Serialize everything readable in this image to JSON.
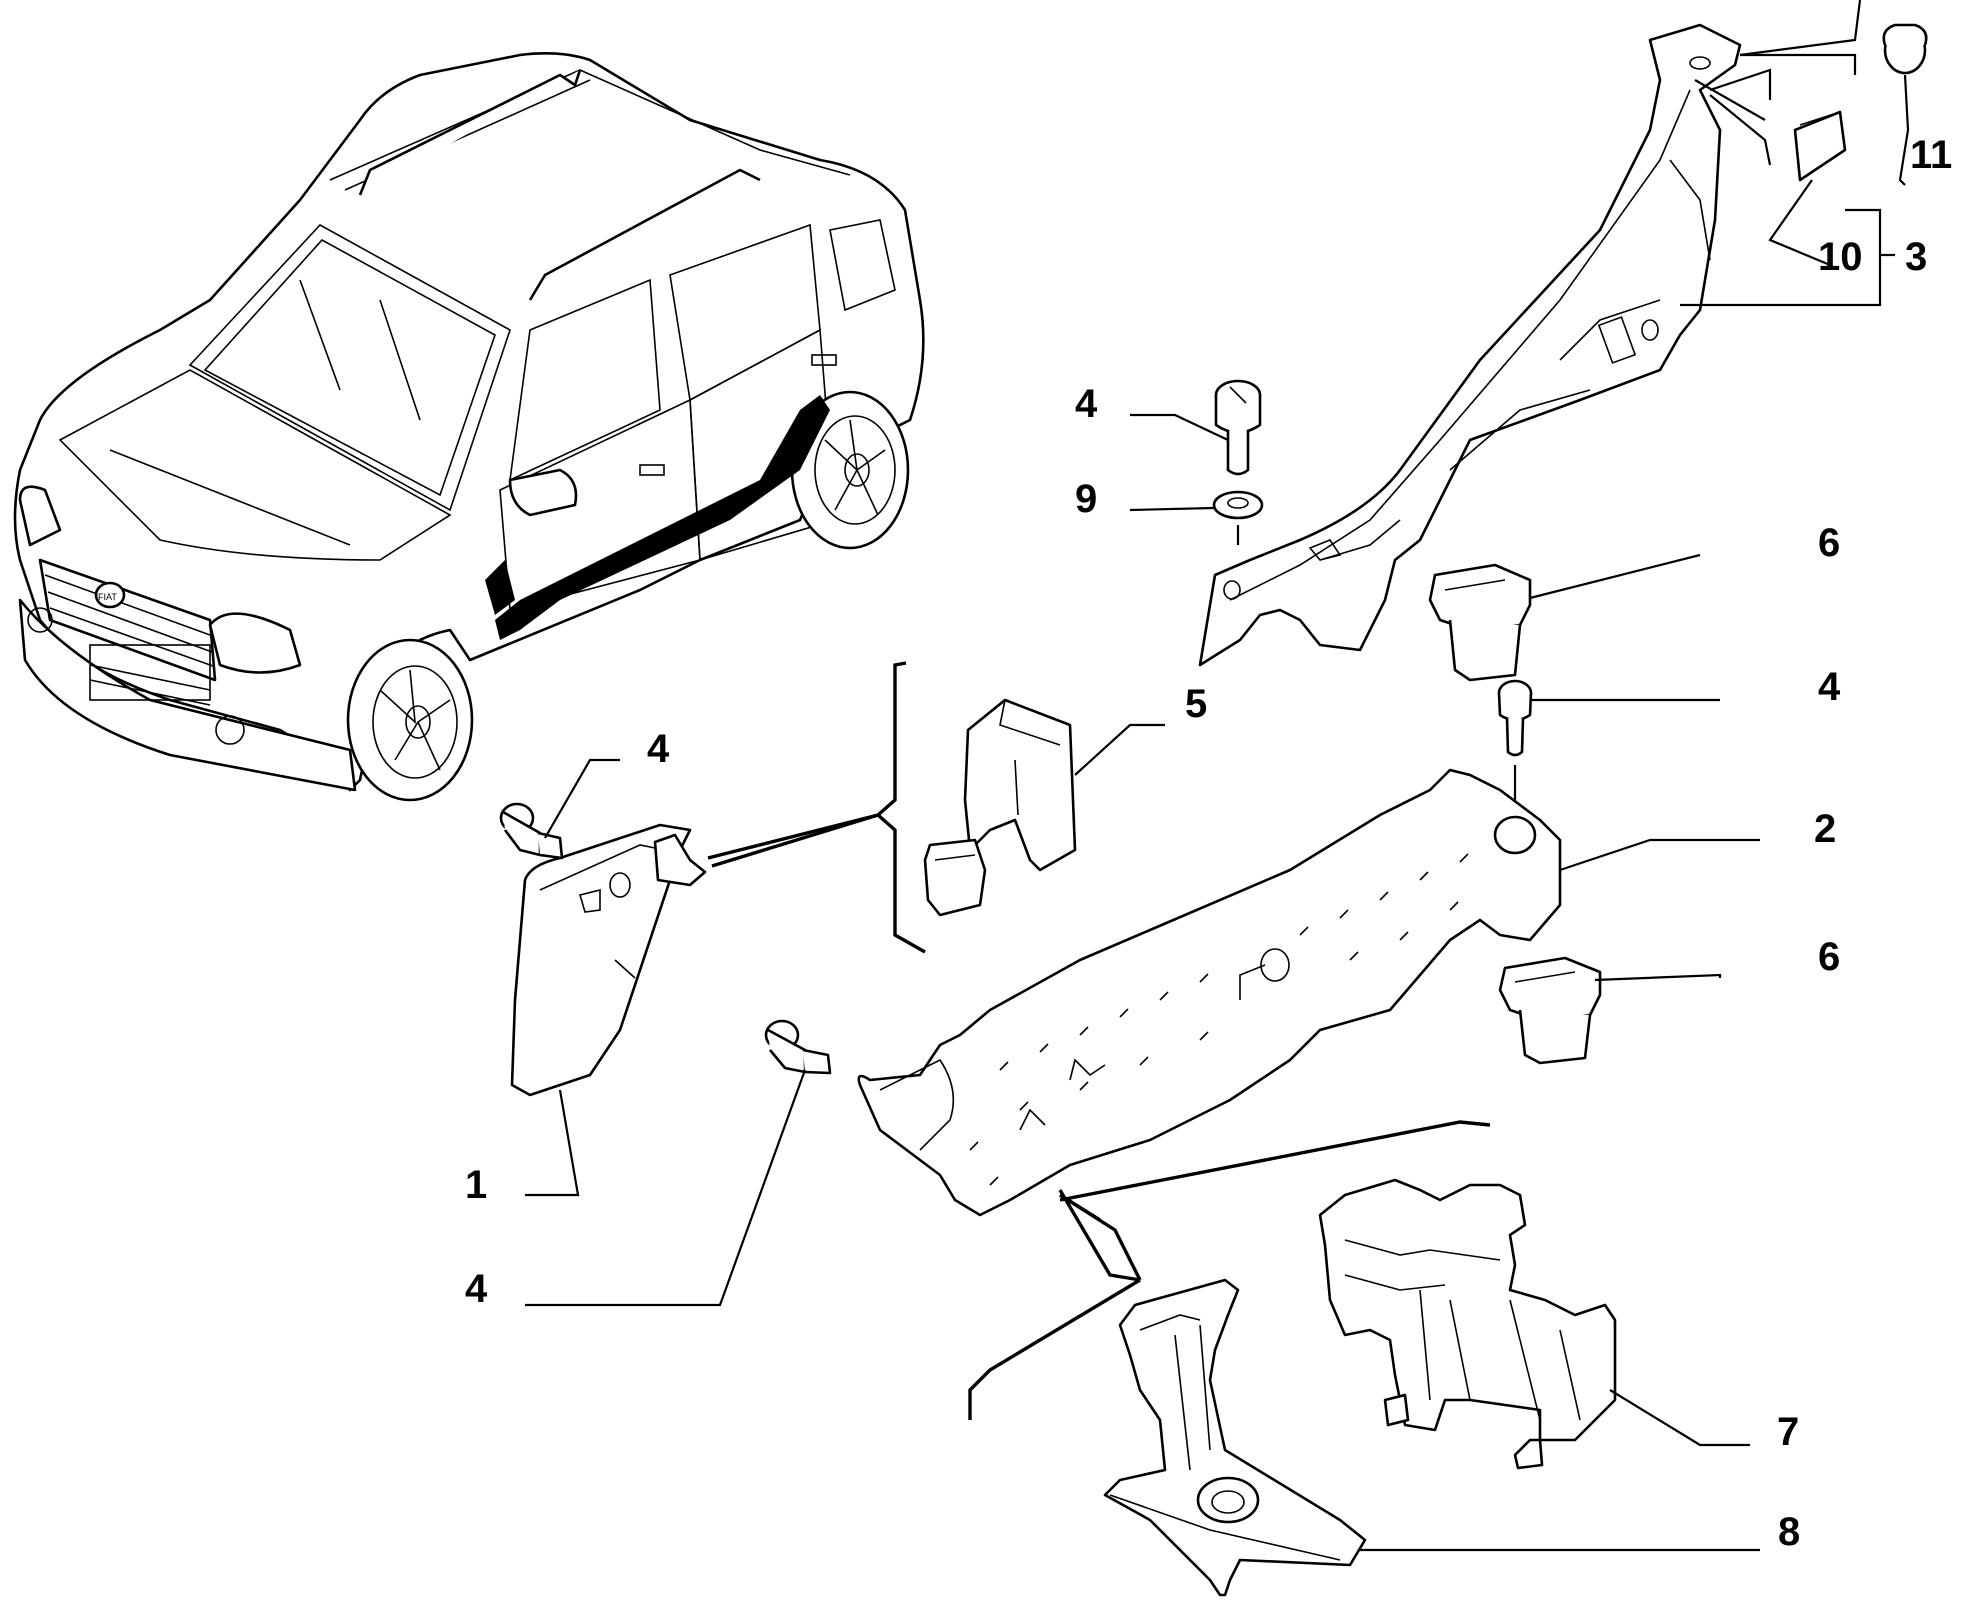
{
  "diagram": {
    "callouts": [
      {
        "id": "callout-1",
        "label": "1"
      },
      {
        "id": "callout-2",
        "label": "2"
      },
      {
        "id": "callout-3",
        "label": "3"
      },
      {
        "id": "callout-4-screw-top",
        "label": "4"
      },
      {
        "id": "callout-4-screw-right",
        "label": "4"
      },
      {
        "id": "callout-4-screw-left",
        "label": "4"
      },
      {
        "id": "callout-4-screw-bottom",
        "label": "4"
      },
      {
        "id": "callout-5",
        "label": "5"
      },
      {
        "id": "callout-6-upper",
        "label": "6"
      },
      {
        "id": "callout-6-lower",
        "label": "6"
      },
      {
        "id": "callout-7",
        "label": "7"
      },
      {
        "id": "callout-8",
        "label": "8"
      },
      {
        "id": "callout-9",
        "label": "9"
      },
      {
        "id": "callout-10",
        "label": "10"
      },
      {
        "id": "callout-11",
        "label": "11"
      }
    ],
    "car_badge": "FIAT"
  }
}
